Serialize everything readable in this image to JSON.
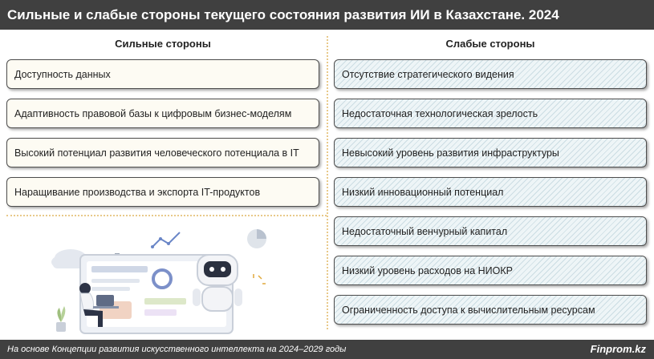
{
  "title": "Сильные и слабые стороны текущего состояния развития ИИ в Казахстане. 2024",
  "strengths": {
    "heading": "Сильные стороны",
    "items": [
      "Доступность данных",
      "Адаптивность правовой базы к цифровым бизнес-моделям",
      "Высокий потенциал развития человеческого потенциала в IT",
      "Наращивание производства и экспорта IT-продуктов"
    ]
  },
  "weaknesses": {
    "heading": "Слабые стороны",
    "items": [
      "Отсутствие стратегического видения",
      "Недостаточная технологическая зрелость",
      "Невысокий уровень развития инфраструктуры",
      "Низкий инновационный потенциал",
      "Недостаточный венчурный капитал",
      "Низкий уровень расходов на НИОКР",
      "Ограниченность доступа к вычислительным ресурсам"
    ]
  },
  "footer": {
    "source": "На основе Концепции развития искусственного интеллекта на 2024–2029 годы",
    "brand": "Finprom.kz"
  },
  "colors": {
    "header_bg": "#404040",
    "strength_card_bg": "#fdfbf3",
    "weakness_card_bg": "#eef5f7",
    "divider": "#e8c98a"
  }
}
